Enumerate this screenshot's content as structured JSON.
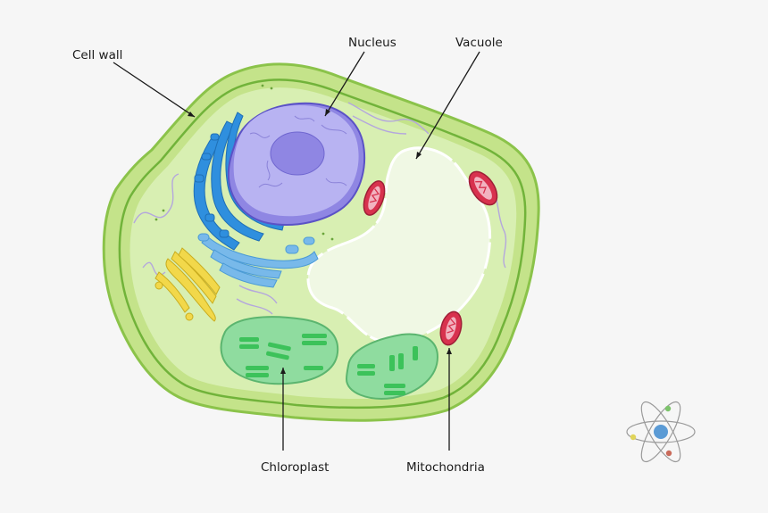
{
  "labels": {
    "cell_wall": "Cell wall",
    "nucleus": "Nucleus",
    "vacuole": "Vacuole",
    "chloroplast": "Chloroplast",
    "mitochondria": "Mitochondria"
  },
  "colors": {
    "background": "#f6f6f6",
    "cell_wall": "#c4e38a",
    "cytoplasm": "#d8efb2",
    "membrane": "#8bc34a",
    "nucleus": "#b8b3f2",
    "nucleolus": "#8f86e3",
    "golgi_er": "#2f8fde",
    "golgi_light": "#78b9ea",
    "golgi_yellow": "#f2d84a",
    "vacuole": "#f0f8e4",
    "chloroplast": "#8fdc9f",
    "thylakoid": "#3cc25a",
    "mitochondria": "#d8324e"
  },
  "logo": {
    "name": "atom-icon"
  }
}
